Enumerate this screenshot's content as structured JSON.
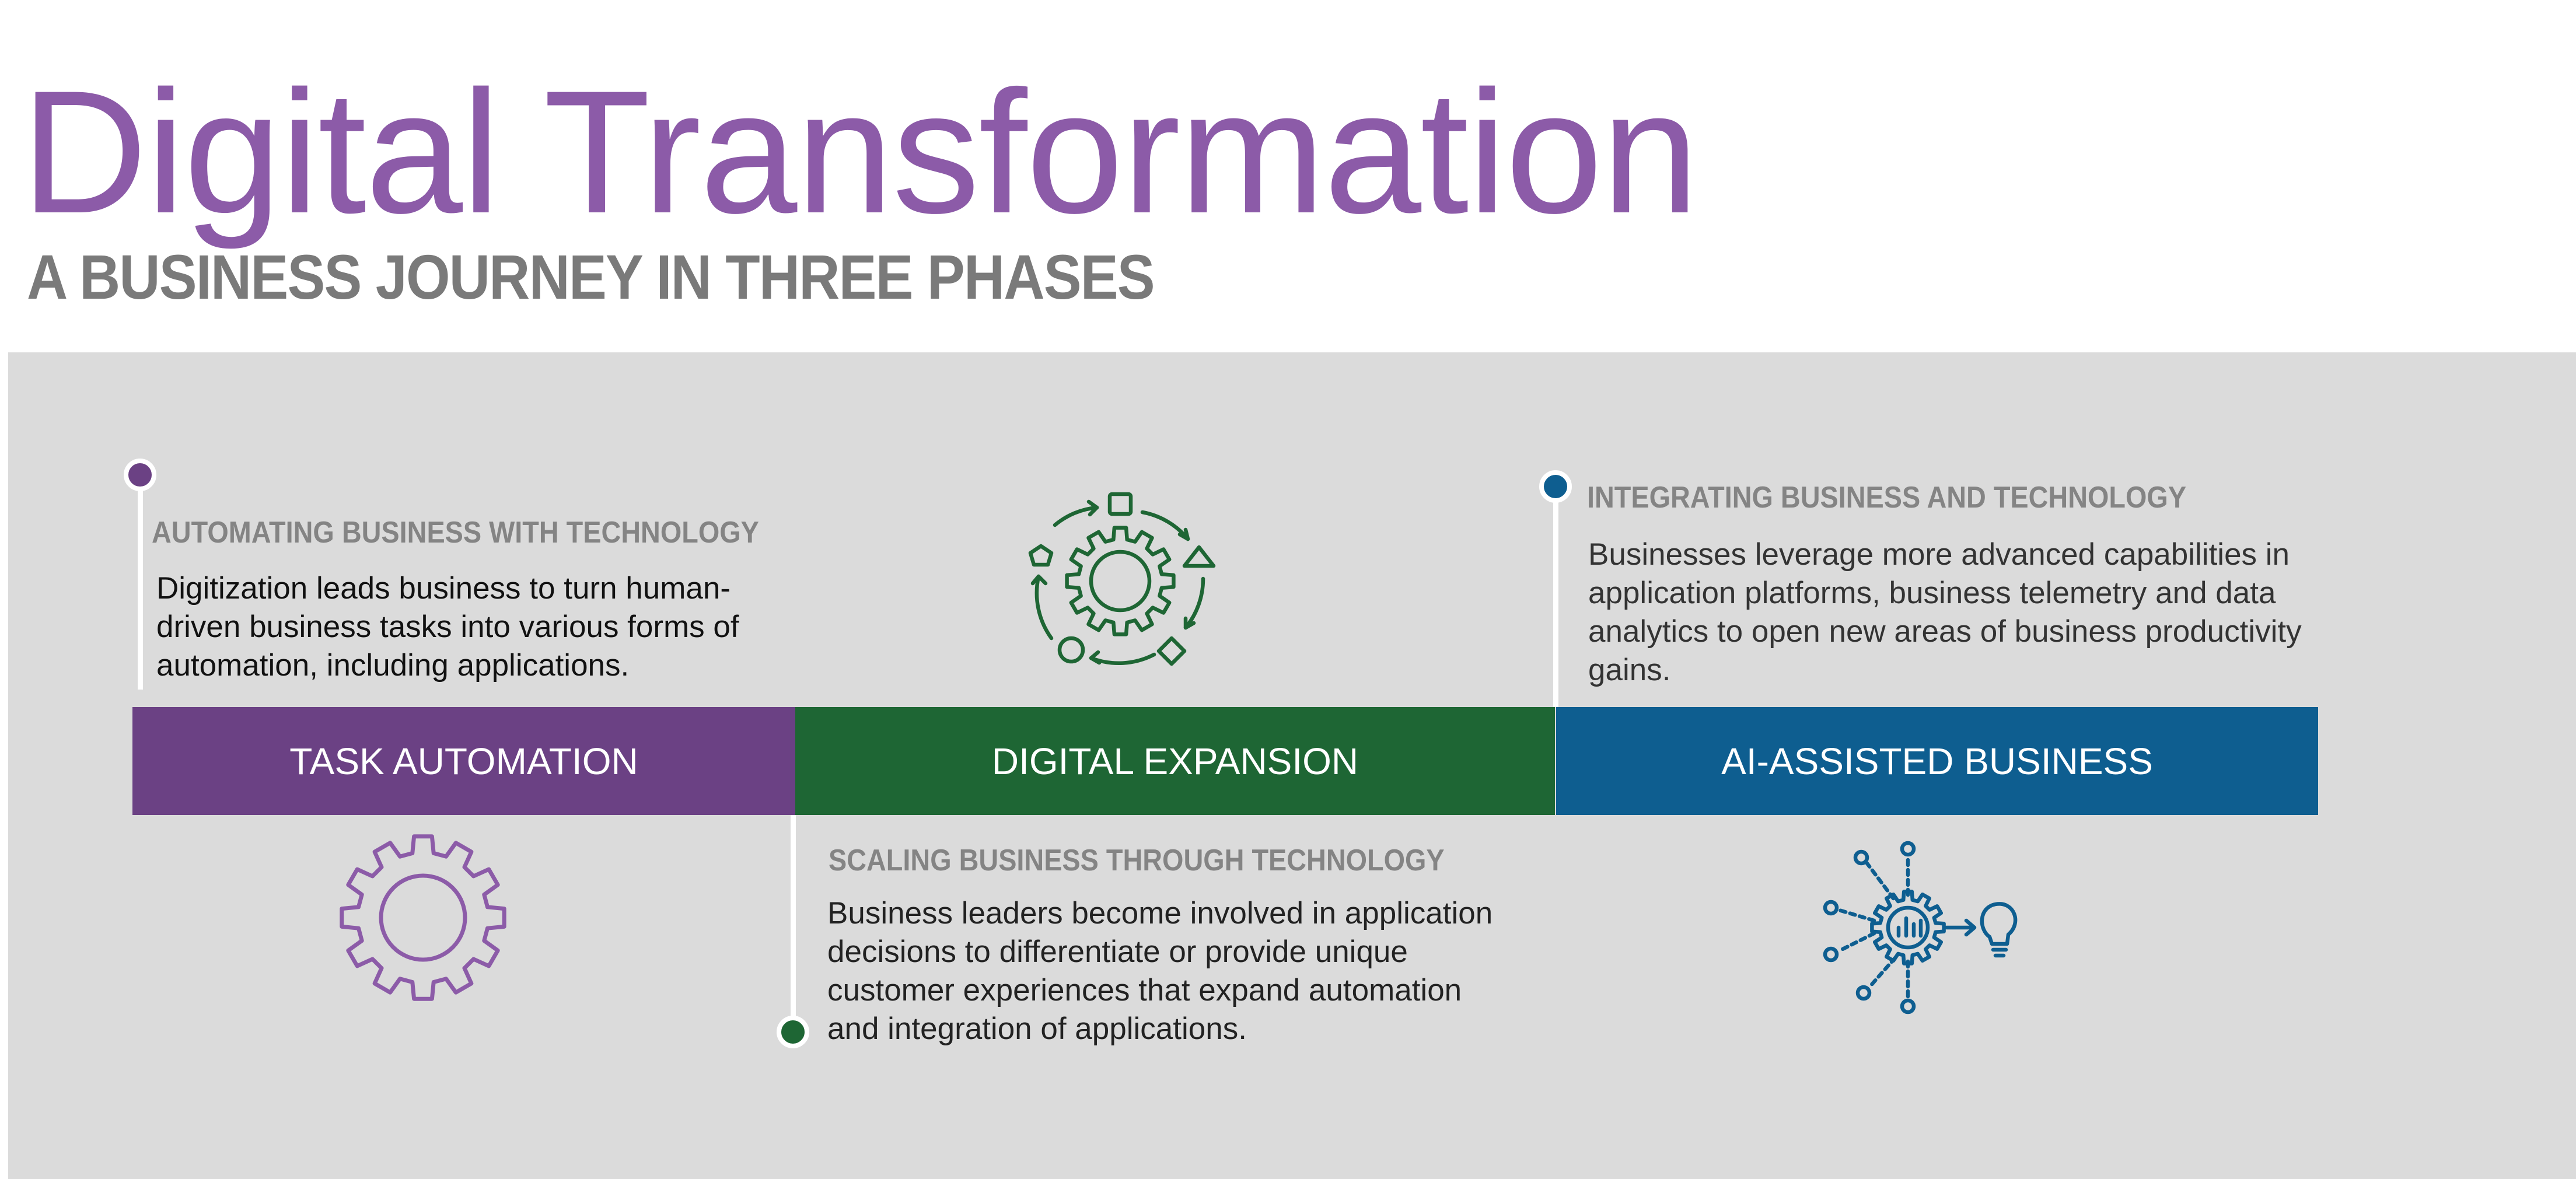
{
  "header": {
    "title": "Digital Transformation",
    "subtitle": "A BUSINESS JOURNEY IN THREE PHASES"
  },
  "phases": [
    {
      "label": "TASK AUTOMATION",
      "color": "#6b4184",
      "icon": "gear-icon",
      "heading": "AUTOMATING BUSINESS WITH TECHNOLOGY",
      "description": "Digitization leads business to turn human-driven business tasks into various forms of automation, including applications."
    },
    {
      "label": "DIGITAL EXPANSION",
      "color": "#1e6634",
      "icon": "gear-cycle-icon",
      "heading": "SCALING BUSINESS THROUGH TECHNOLOGY",
      "description": "Business leaders become involved in application decisions to differentiate or provide unique customer experiences that expand automation and integration of applications."
    },
    {
      "label": "AI-ASSISTED BUSINESS",
      "color": "#0e5e90",
      "icon": "gear-analytics-lightbulb-icon",
      "heading": "INTEGRATING BUSINESS AND TECHNOLOGY",
      "description": "Businesses leverage more advanced capabilities in application platforms, business telemetry and data analytics to open new areas of business productivity gains."
    }
  ],
  "colors": {
    "title": "#8c5ba8",
    "subtitle": "#7a7a7a",
    "panel": "#dbdbdb",
    "heading": "#848484",
    "gear_outline": "#8c5ba8"
  }
}
